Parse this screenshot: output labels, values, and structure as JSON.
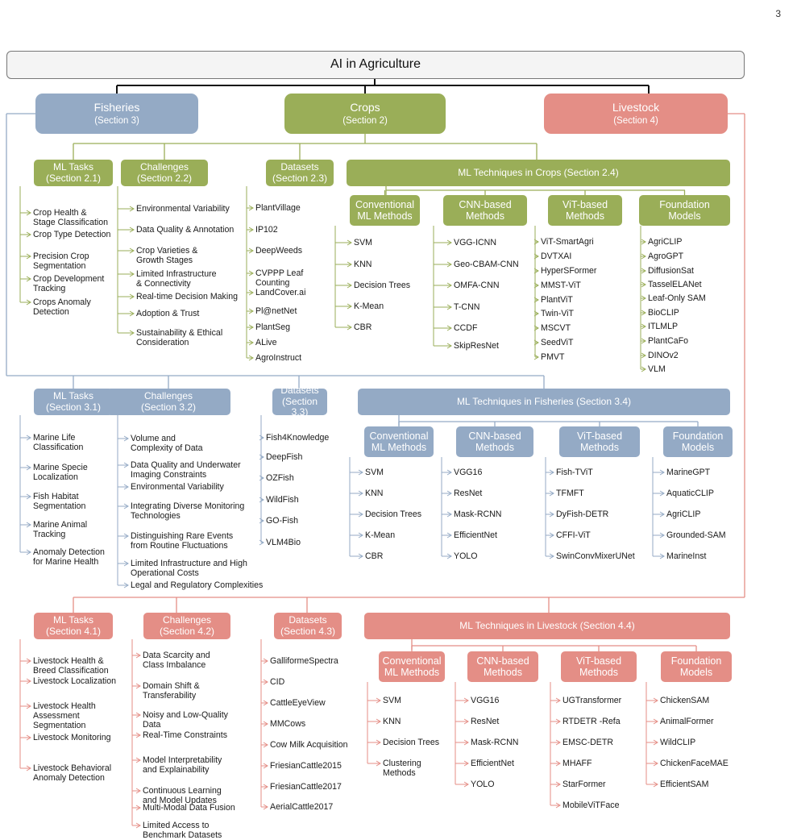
{
  "page_number": "3",
  "root": "AI in Agriculture",
  "colors": {
    "crops": "#9aae58",
    "fisheries": "#94aac5",
    "livestock": "#e48e86",
    "root_border": "#777777",
    "connector": "#111111"
  },
  "top": {
    "fisheries": {
      "title": "Fisheries",
      "sub": "(Section 3)"
    },
    "crops": {
      "title": "Crops",
      "sub": "(Section 2)"
    },
    "livestock": {
      "title": "Livestock",
      "sub": "(Section 4)"
    }
  },
  "crops": {
    "ml_tasks": {
      "title": "ML Tasks",
      "sub": "(Section 2.1)",
      "items": [
        "Crop Health &\nStage Classification",
        "Crop Type Detection",
        "Precision Crop\nSegmentation",
        "Crop Development\nTracking",
        "Crops Anomaly\nDetection"
      ]
    },
    "challenges": {
      "title": "Challenges",
      "sub": "(Section 2.2)",
      "items": [
        "Environmental Variability",
        "Data Quality & Annotation",
        "Crop Varieties &\nGrowth Stages",
        "Limited Infrastructure\n& Connectivity",
        "Real-time Decision Making",
        "Adoption & Trust",
        "Sustainability & Ethical\nConsideration"
      ]
    },
    "datasets": {
      "title": "Datasets",
      "sub": "(Section 2.3)",
      "items": [
        "PlantVillage",
        "IP102",
        "DeepWeeds",
        "CVPPP Leaf\nCounting",
        "LandCover.ai",
        "Pl@netNet",
        "PlantSeg",
        "ALive",
        "AgroInstruct"
      ]
    },
    "techniques": {
      "title": "ML Techniques in Crops (Section 2.4)",
      "groups": [
        {
          "title": "Conventional\nML Methods",
          "items": [
            "SVM",
            "KNN",
            "Decision Trees",
            "K-Mean",
            "CBR"
          ]
        },
        {
          "title": "CNN-based\nMethods",
          "items": [
            "VGG-ICNN",
            "Geo-CBAM-CNN",
            "OMFA-CNN",
            "T-CNN",
            "CCDF",
            "SkipResNet"
          ]
        },
        {
          "title": "ViT-based\nMethods",
          "items": [
            "ViT-SmartAgri",
            "DVTXAI",
            "HyperSFormer",
            "MMST-ViT",
            "PlantViT",
            "Twin-ViT",
            "MSCVT",
            "SeedViT",
            "PMVT"
          ]
        },
        {
          "title": "Foundation\nModels",
          "items": [
            "AgriCLIP",
            "AgroGPT",
            "DiffusionSat",
            "TasselELANet",
            "Leaf-Only SAM",
            "BioCLIP",
            "ITLMLP",
            "PlantCaFo",
            "DINOv2",
            "VLM"
          ]
        }
      ]
    }
  },
  "fisheries": {
    "ml_tasks": {
      "title": "ML Tasks",
      "sub": "(Section 3.1)",
      "items": [
        "Marine Life\nClassification",
        "Marine Specie\nLocalization",
        "Fish Habitat\nSegmentation",
        "Marine Animal\nTracking",
        "Anomaly Detection\nfor Marine Health"
      ]
    },
    "challenges": {
      "title": "Challenges",
      "sub": "(Section 3.2)",
      "items": [
        "Volume and\nComplexity of Data",
        "Data Quality and Underwater\nImaging Constraints",
        "Environmental Variability",
        "Integrating Diverse Monitoring\nTechnologies",
        "Distinguishing Rare Events\nfrom Routine Fluctuations",
        "Limited Infrastructure and High\nOperational Costs",
        "Legal and Regulatory Complexities"
      ]
    },
    "datasets": {
      "title": "Datasets",
      "sub": "(Section 3.3)",
      "items": [
        "Fish4Knowledge",
        "DeepFish",
        "OZFish",
        "WildFish",
        "GO-Fish",
        "VLM4Bio"
      ]
    },
    "techniques": {
      "title": "ML Techniques in Fisheries (Section 3.4)",
      "groups": [
        {
          "title": "Conventional\nML Methods",
          "items": [
            "SVM",
            "KNN",
            "Decision Trees",
            "K-Mean",
            "CBR"
          ]
        },
        {
          "title": "CNN-based\nMethods",
          "items": [
            "VGG16",
            "ResNet",
            "Mask-RCNN",
            "EfficientNet",
            "YOLO"
          ]
        },
        {
          "title": "ViT-based\nMethods",
          "items": [
            "Fish-TViT",
            "TFMFT",
            "DyFish-DETR",
            "CFFI-ViT",
            "SwinConvMixerUNet"
          ]
        },
        {
          "title": "Foundation\nModels",
          "items": [
            "MarineGPT",
            "AquaticCLIP",
            "AgriCLIP",
            "Grounded-SAM",
            "MarineInst"
          ]
        }
      ]
    }
  },
  "livestock": {
    "ml_tasks": {
      "title": "ML Tasks",
      "sub": "(Section 4.1)",
      "items": [
        "Livestock Health &\nBreed Classification",
        "Livestock Localization",
        "Livestock Health\nAssessment\nSegmentation",
        "Livestock Monitoring",
        "Livestock Behavioral\nAnomaly Detection"
      ]
    },
    "challenges": {
      "title": "Challenges",
      "sub": "(Section 4.2)",
      "items": [
        "Data Scarcity and\nClass Imbalance",
        "Domain Shift &\nTransferability",
        "Noisy and Low-Quality\nData",
        "Real-Time Constraints",
        "Model Interpretability\nand Explainability",
        "Continuous Learning\nand Model Updates",
        "Multi-Modal Data Fusion",
        "Limited Access to\nBenchmark Datasets"
      ]
    },
    "datasets": {
      "title": "Datasets",
      "sub": "(Section 4.3)",
      "items": [
        "GalliformeSpectra",
        "CID",
        "CattleEyeView",
        "MMCows",
        "Cow Milk Acquisition",
        "FriesianCattle2015",
        "FriesianCattle2017",
        "AerialCattle2017"
      ]
    },
    "techniques": {
      "title": "ML Techniques in Livestock (Section 4.4)",
      "groups": [
        {
          "title": "Conventional\nML Methods",
          "items": [
            "SVM",
            "KNN",
            "Decision Trees",
            "Clustering\nMethods"
          ]
        },
        {
          "title": "CNN-based\nMethods",
          "items": [
            "VGG16",
            "ResNet",
            "Mask-RCNN",
            "EfficientNet",
            "YOLO"
          ]
        },
        {
          "title": "ViT-based\nMethods",
          "items": [
            "UGTransformer",
            "RTDETR -Refa",
            "EMSC-DETR",
            "MHAFF",
            "StarFormer",
            "MobileViTFace"
          ]
        },
        {
          "title": "Foundation\nModels",
          "items": [
            "ChickenSAM",
            "AnimalFormer",
            "WildCLIP",
            "ChickenFaceMAE",
            "EfficientSAM"
          ]
        }
      ]
    }
  }
}
